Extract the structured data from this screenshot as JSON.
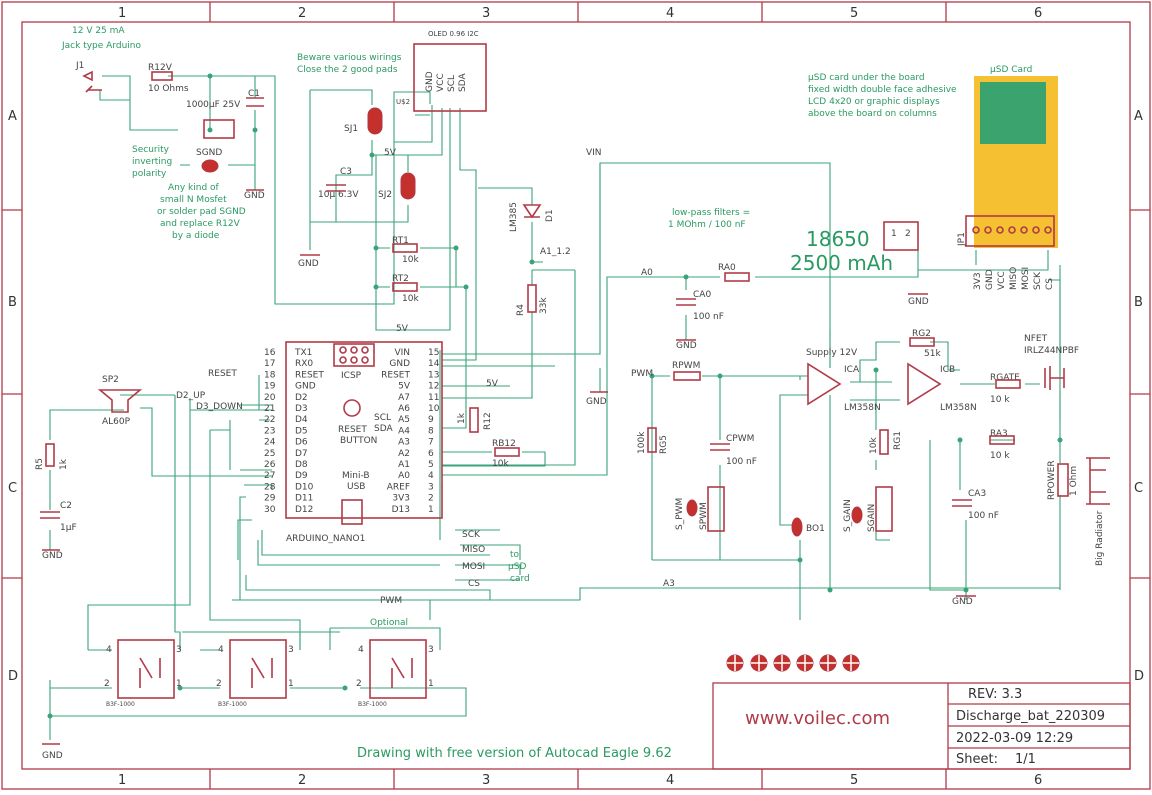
{
  "frame": {
    "columns": [
      "1",
      "2",
      "3",
      "4",
      "5",
      "6"
    ],
    "rows": [
      "A",
      "B",
      "C",
      "D"
    ]
  },
  "notes": {
    "power": "12 V  25 mA",
    "jack": "Jack type Arduino",
    "security1": "Security",
    "security2": "inverting",
    "security3": "polarity",
    "mosfet1": "Any kind of",
    "mosfet2": "small N Mosfet",
    "mosfet3": "or solder pad SGND",
    "mosfet4": "and replace R12V",
    "mosfet5": "by a diode",
    "beware1": "Beware various wirings",
    "beware2": "Close the 2 good pads",
    "sd1": "µSD card  under the board",
    "sd2": "fixed width double face adhesive",
    "sd3": "LCD 4x20 or graphic displays",
    "sd4": "above the board on columns",
    "lowpass1": "low-pass filters =",
    "lowpass2": "1 MOhm / 100 nF",
    "battery1": "18650",
    "battery2": "2500 mAh",
    "optional": "Optional",
    "supply": "Supply 12V",
    "spi_to": "to",
    "spi_usd": "µSD",
    "spi_card": "card",
    "drawing": "Drawing with free version of Autocad Eagle 9.62",
    "website": "www.voilec.com",
    "big_radiator": "Big Radiator"
  },
  "title_block": {
    "rev": "REV: 3.3",
    "name": "Discharge_bat_220309",
    "date": "2022-03-09 12:29",
    "sheet_label": "Sheet:",
    "sheet_value": "1/1"
  },
  "components": {
    "r12v": "R12V",
    "r12v_val": "10 Ohms",
    "c1": "C1",
    "c1_val": "1000µF 25V",
    "sgnd": "SGND",
    "j1": "J1",
    "oled": "OLED 0.96  I2C",
    "oled_pins": [
      "GND",
      "VCC",
      "SCL",
      "SDA"
    ],
    "u$2": "U$2",
    "sj1": "SJ1",
    "sj2": "SJ2",
    "c3": "C3",
    "c3_val": "10µ 6.3V",
    "rt1": "RT1",
    "rt1_val": "10k",
    "rt2": "RT2",
    "rt2_val": "10k",
    "lm385": "LM385",
    "d1": "D1",
    "a1": "A1_1.2",
    "r4": "R4",
    "r4_val": "33k",
    "vin": "VIN",
    "net5v": "5V",
    "gnd": "GND",
    "r12": "R12",
    "r12_val": "1k",
    "rb12": "RB12",
    "rb12_val": "10k",
    "nano": "ARDUINO_NANO1",
    "nano_left_pins": [
      "16",
      "17",
      "18",
      "19",
      "20",
      "21",
      "22",
      "23",
      "24",
      "25",
      "26",
      "27",
      "28",
      "29",
      "30"
    ],
    "nano_left_names": [
      "TX1",
      "RX0",
      "RESET",
      "GND",
      "D2",
      "D3",
      "D4",
      "D5",
      "D6",
      "D7",
      "D8",
      "D9",
      "D10",
      "D11",
      "D12"
    ],
    "nano_right_names": [
      "VIN",
      "GND",
      "RESET",
      "5V",
      "A7",
      "A6",
      "A5",
      "A4",
      "A3",
      "A2",
      "A1",
      "A0",
      "AREF",
      "3V3",
      "D13"
    ],
    "nano_right_pins": [
      "15",
      "14",
      "13",
      "12",
      "11",
      "10",
      "9",
      "8",
      "7",
      "6",
      "5",
      "4",
      "3",
      "2",
      "1"
    ],
    "icsp": "ICSP",
    "reset_btn1": "RESET",
    "reset_btn2": "BUTTON",
    "scl": "SCL",
    "sda": "SDA",
    "usb1": "Mini-B",
    "usb2": "USB",
    "reset_net": "RESET",
    "d2_up": "D2_UP",
    "d3_down": "D3_DOWN",
    "sp2": "SP2",
    "sp2_val": "AL60P",
    "r5": "R5",
    "r5_val": "1k",
    "c2": "C2",
    "c2_val": "1µF",
    "a0": "A0",
    "a3": "A3",
    "pwm": "PWM",
    "rao": "RA0",
    "cao": "CA0",
    "cao_val": "100 nF",
    "rpwm": "RPWM",
    "rg5": "RG5",
    "rg5_val": "100k",
    "cpwm": "CPWM",
    "cpwm_val": "100 nF",
    "s_pwm": "S_PWM",
    "spwm": "SPWM",
    "ica": "ICA",
    "icb": "ICB",
    "lm358n": "LM358N",
    "rg2": "RG2",
    "rg2_val": "51k",
    "rg1": "RG1",
    "rg1_val": "10k",
    "s_gain": "S_GAIN",
    "sgain": "SGAIN",
    "bo1": "BO1",
    "rgate": "RGATE",
    "rgate_val": "10 k",
    "nfet1": "NFET",
    "nfet2": "IRLZ44NPBF",
    "ra3": "RA3",
    "ra3_val": "10 k",
    "ca3": "CA3",
    "ca3_val": "100 nF",
    "rpower": "RPOWER",
    "rpower_val": "1 Ohm",
    "jp1": "JP1",
    "usd_card": "µSD Card",
    "sd_pins": [
      "3V3",
      "GND",
      "VCC",
      "MISO",
      "MOSI",
      "SCK",
      "CS"
    ],
    "spi_nets": [
      "SCK",
      "MISO",
      "MOSI",
      "CS"
    ],
    "b3f": "B3F-1000"
  },
  "colors": {
    "frame": "#b03a48",
    "wire": "#3aa37a",
    "part": "#b03a48",
    "text_green": "#2a9a62",
    "sd_card": "#f5c031",
    "sd_window": "#3aa36e"
  }
}
